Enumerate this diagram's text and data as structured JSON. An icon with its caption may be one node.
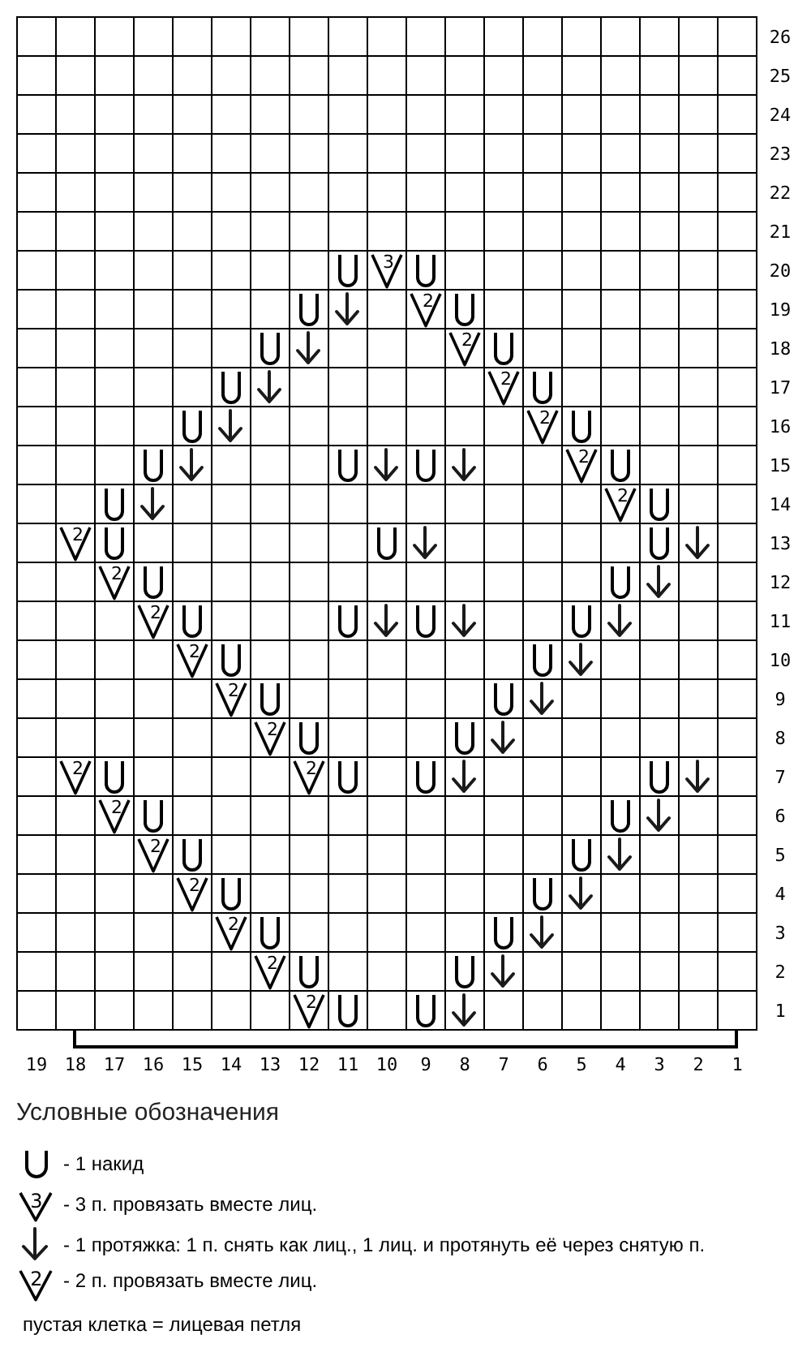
{
  "diagram": {
    "labels": [
      "26",
      "25",
      "24",
      "23",
      "22",
      "21",
      "3",
      "20",
      "2",
      "19",
      "2",
      "18",
      "2",
      "17",
      "2",
      "16",
      "2",
      "15",
      "2",
      "14",
      "2",
      "13",
      "2",
      "12",
      "2",
      "11",
      "2",
      "10",
      "2",
      "9",
      "2",
      "8",
      "2",
      "2",
      "7",
      "2",
      "6",
      "2",
      "5",
      "2",
      "4",
      "2",
      "3",
      "2",
      "2",
      "2",
      "1",
      "19",
      "18",
      "17",
      "16",
      "15",
      "14",
      "13",
      "12",
      "11",
      "10",
      "9",
      "8",
      "7",
      "6",
      "5",
      "4",
      "3",
      "2",
      "1",
      "Условные обозначения",
      "3",
      "2",
      "пустая клетка = лицевая петля"
    ],
    "legend": [
      {
        "text": "- 1 накид"
      },
      {
        "text": "- 3 п. провязать вместе лиц."
      },
      {
        "text": "- 1 протяжка: 1 п. снять как лиц., 1 лиц. и протянуть её через снятую п."
      },
      {
        "text": "- 2 п. провязать вместе лиц."
      }
    ]
  }
}
